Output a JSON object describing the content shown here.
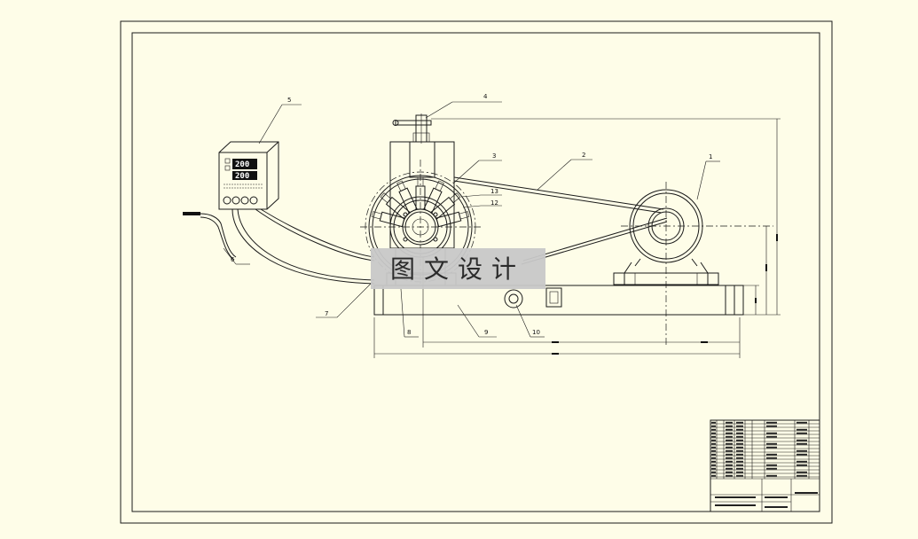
{
  "watermark": {
    "text": "图文设计"
  },
  "controller": {
    "display_top": "200",
    "display_bottom": "200"
  },
  "callouts": [
    {
      "id": "c1",
      "label": "1"
    },
    {
      "id": "c2",
      "label": "2"
    },
    {
      "id": "c3",
      "label": "3"
    },
    {
      "id": "c4",
      "label": "4"
    },
    {
      "id": "c5",
      "label": "5"
    },
    {
      "id": "c6",
      "label": "6"
    },
    {
      "id": "c7",
      "label": "7"
    },
    {
      "id": "c8",
      "label": "8"
    },
    {
      "id": "c9",
      "label": "9"
    },
    {
      "id": "c10",
      "label": "10"
    },
    {
      "id": "c12",
      "label": "12"
    },
    {
      "id": "c13",
      "label": "13"
    }
  ],
  "colors": {
    "paper": "#fefde8",
    "line": "#1a1a1a",
    "watermark_bg": "#c8c8c8"
  }
}
